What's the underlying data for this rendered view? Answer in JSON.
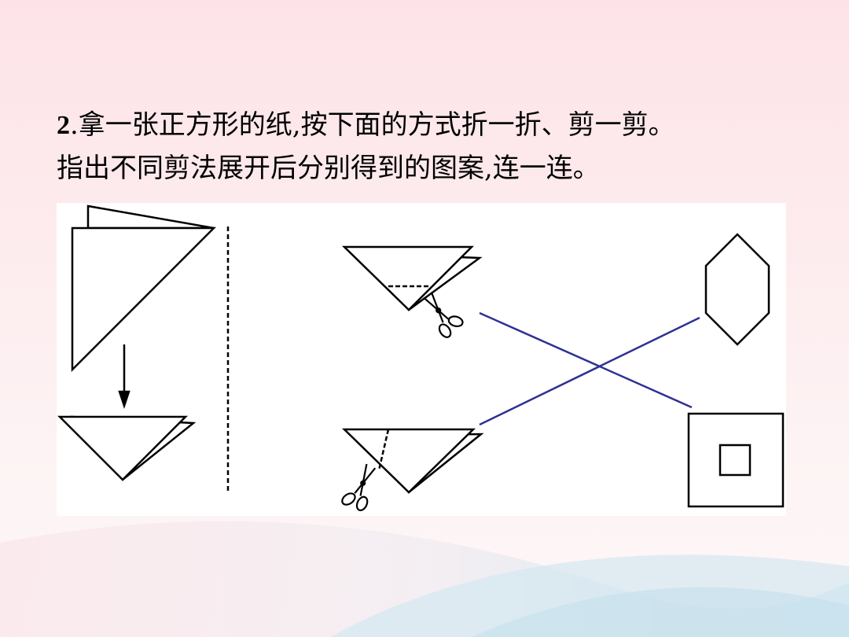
{
  "question": {
    "number": "2",
    "line1": ".拿一张正方形的纸,按下面的方式折一折、剪一剪。",
    "line2": "指出不同剪法展开后分别得到的图案,连一连。"
  },
  "figure": {
    "colors": {
      "stroke": "#000000",
      "answer_line": "#2e3192",
      "panel": "#ffffff",
      "bg_top": "#fce4e8",
      "bg_wave": "#d7eaf2"
    },
    "icons": [
      "scissors-icon",
      "scissors-icon"
    ],
    "matches": [
      {
        "cut": "straight-cut-near-tip",
        "result": "square-with-square-hole"
      },
      {
        "cut": "slanted-cut-at-corner",
        "result": "hexagon"
      }
    ]
  }
}
